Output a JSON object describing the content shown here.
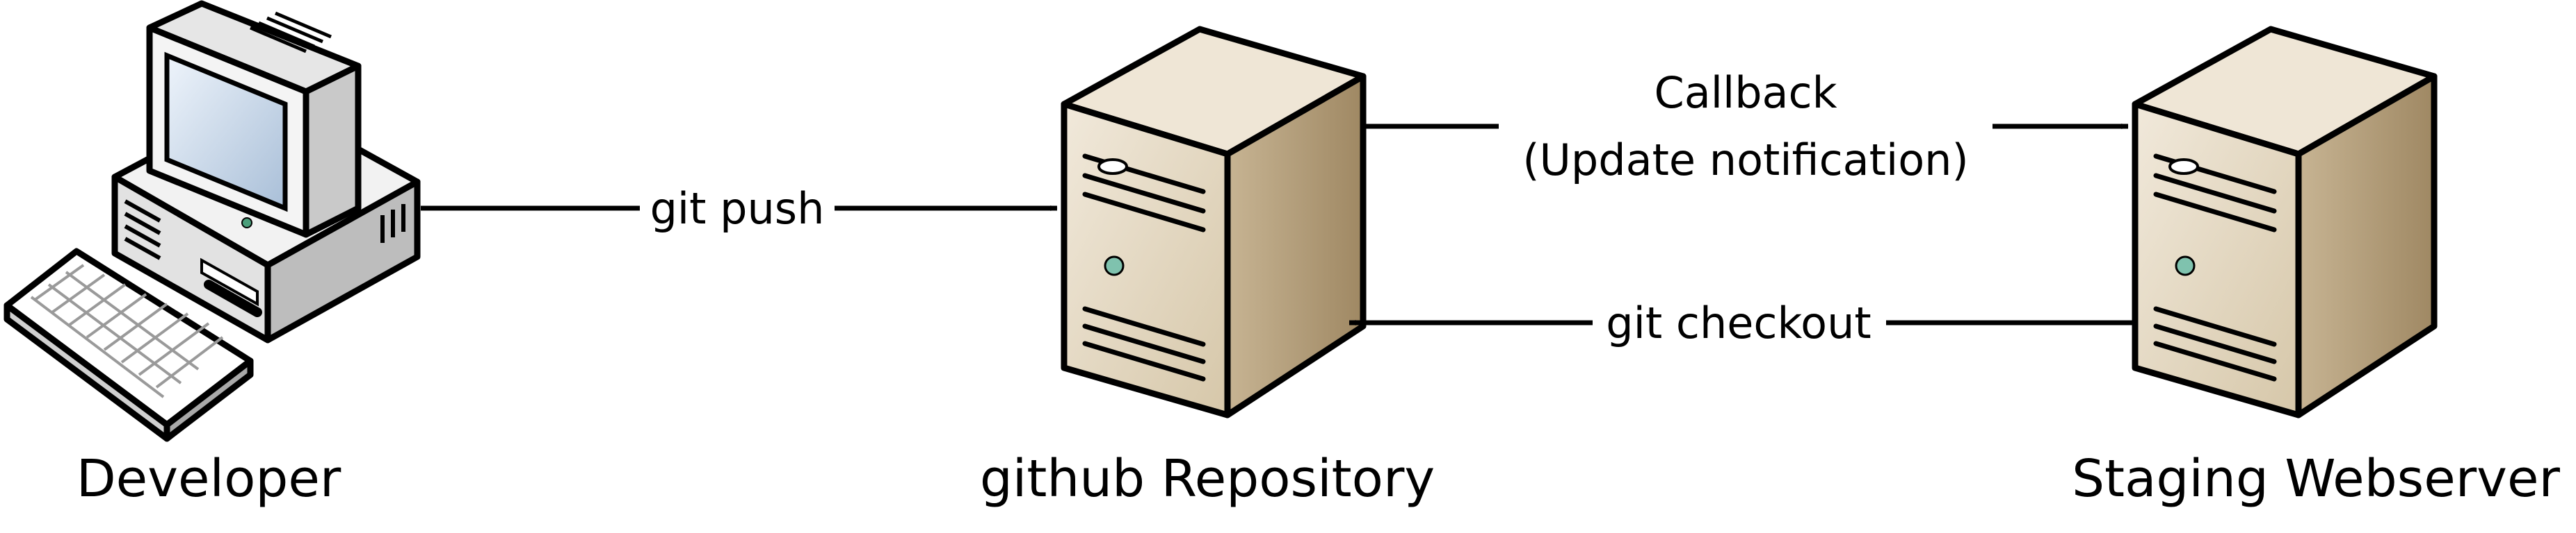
{
  "nodes": [
    {
      "id": "developer",
      "label": "Developer",
      "icon": "desktop-computer-icon"
    },
    {
      "id": "github",
      "label": "github Repository",
      "icon": "server-tower-icon"
    },
    {
      "id": "staging",
      "label": "Staging Webserver",
      "icon": "server-tower-icon"
    }
  ],
  "edges": [
    {
      "from": "developer",
      "to": "github",
      "label": "git push"
    },
    {
      "from": "github",
      "to": "staging",
      "label_line1": "Callback",
      "label_line2": "(Update notification)"
    },
    {
      "from": "staging",
      "to": "github",
      "label": "git checkout"
    }
  ],
  "colors": {
    "server_face": "#e4d9c3",
    "server_side": "#b39e7e",
    "server_top": "#efe6d6",
    "outline": "#000000",
    "led": "#7fc2ae"
  }
}
